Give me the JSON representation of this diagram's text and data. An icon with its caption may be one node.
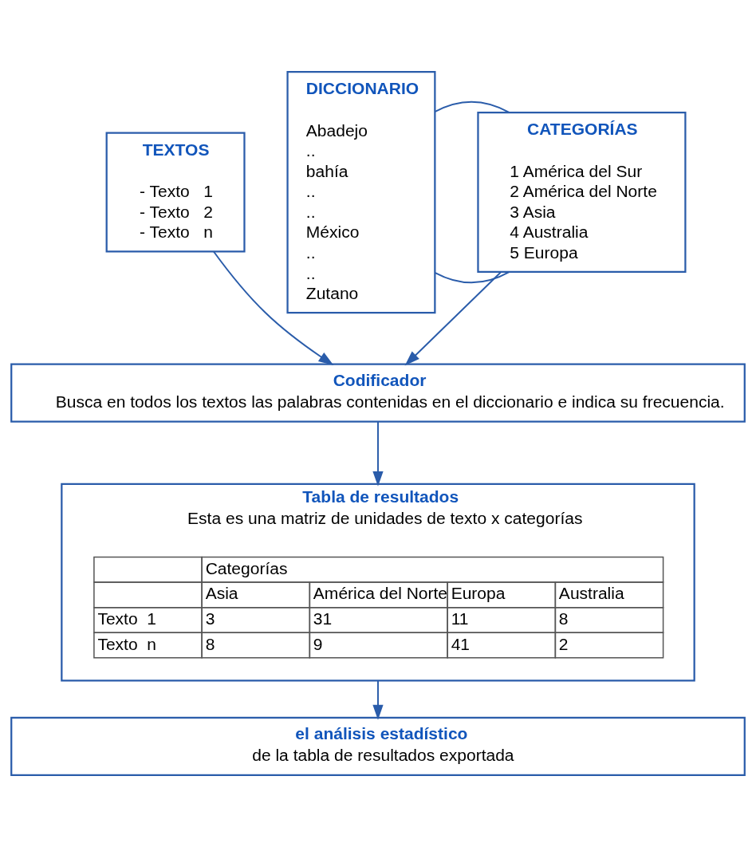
{
  "diagram": {
    "nodes": [
      {
        "text": [
          "TEXTOS",
          "- Texto   1",
          "- Texto   2",
          "- Texto   n"
        ]
      },
      {
        "text": [
          "DICCIONARIO",
          "Abadejo",
          "..",
          "bahía",
          "..",
          "..",
          "México",
          "..",
          "..",
          "Zutano"
        ]
      },
      {
        "text": [
          "CATEGORÍAS",
          "1 América del Sur",
          "2 América del Norte",
          "3 Asia",
          "4 Australia",
          "5 Europa"
        ]
      },
      {
        "text": [
          "Codificador",
          "Busca en todos los textos las palabras contenidas en el diccionario e indica su frecuencia."
        ]
      },
      {
        "text": [
          "Tabla de resultados",
          "Esta es una matriz de unidades de texto x categorías"
        ]
      },
      {
        "text": [
          "el análisis estadístico",
          "de la tabla de resultados exportada"
        ]
      }
    ],
    "edges": [
      {
        "from": 0,
        "to": 3,
        "arrow": "to"
      },
      {
        "from": 1,
        "to": 2,
        "arrow": "none"
      },
      {
        "from": 1,
        "to": 2,
        "arrow": "none"
      },
      {
        "from": 2,
        "to": 3,
        "arrow": "to"
      },
      {
        "from": 3,
        "to": 4,
        "arrow": "to"
      },
      {
        "from": 4,
        "to": 5,
        "arrow": "to"
      }
    ],
    "labels": [
      "Categorías",
      "Asia",
      "América del Norte",
      "Europa",
      "Australia",
      "Texto  1",
      "3",
      "31",
      "11",
      "8",
      "Texto  n",
      "8",
      "9",
      "41",
      "2"
    ]
  }
}
